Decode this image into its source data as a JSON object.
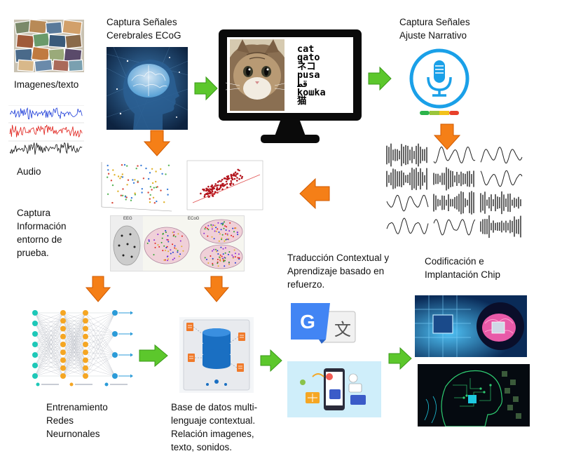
{
  "labels": {
    "images_text": "Imagenes/texto",
    "audio": "Audio",
    "capture_ecog": "Captura Señales\nCerebrales ECoG",
    "capture_narrative": "Captura Señales\nAjuste Narrativo",
    "capture_env": "Captura\nInformación\nentorno de\nprueba.",
    "translation": "Traducción Contextual y\nAprendizaje basado en\nrefuerzo.",
    "coding_chip": "Codificación e\nImplantación Chip",
    "training": "Entrenamiento\nRedes\nNeurnonales",
    "database": "Base de datos multi-\nlenguaje contextual.\nRelación imagenes,\ntexto, sonidos."
  },
  "monitor_words": [
    "cat",
    "gato",
    "ネコ",
    "pusa",
    "قط",
    "koшka",
    "猫"
  ],
  "eeg_labels": {
    "eeg": "EEG",
    "ecog": "ECoG"
  },
  "colors": {
    "green_arrow": "#5cc72c",
    "orange_arrow": "#f57f17",
    "mic_blue": "#1aa0e8",
    "monitor": "#0a0a0a",
    "translate_blue": "#4285f4"
  }
}
